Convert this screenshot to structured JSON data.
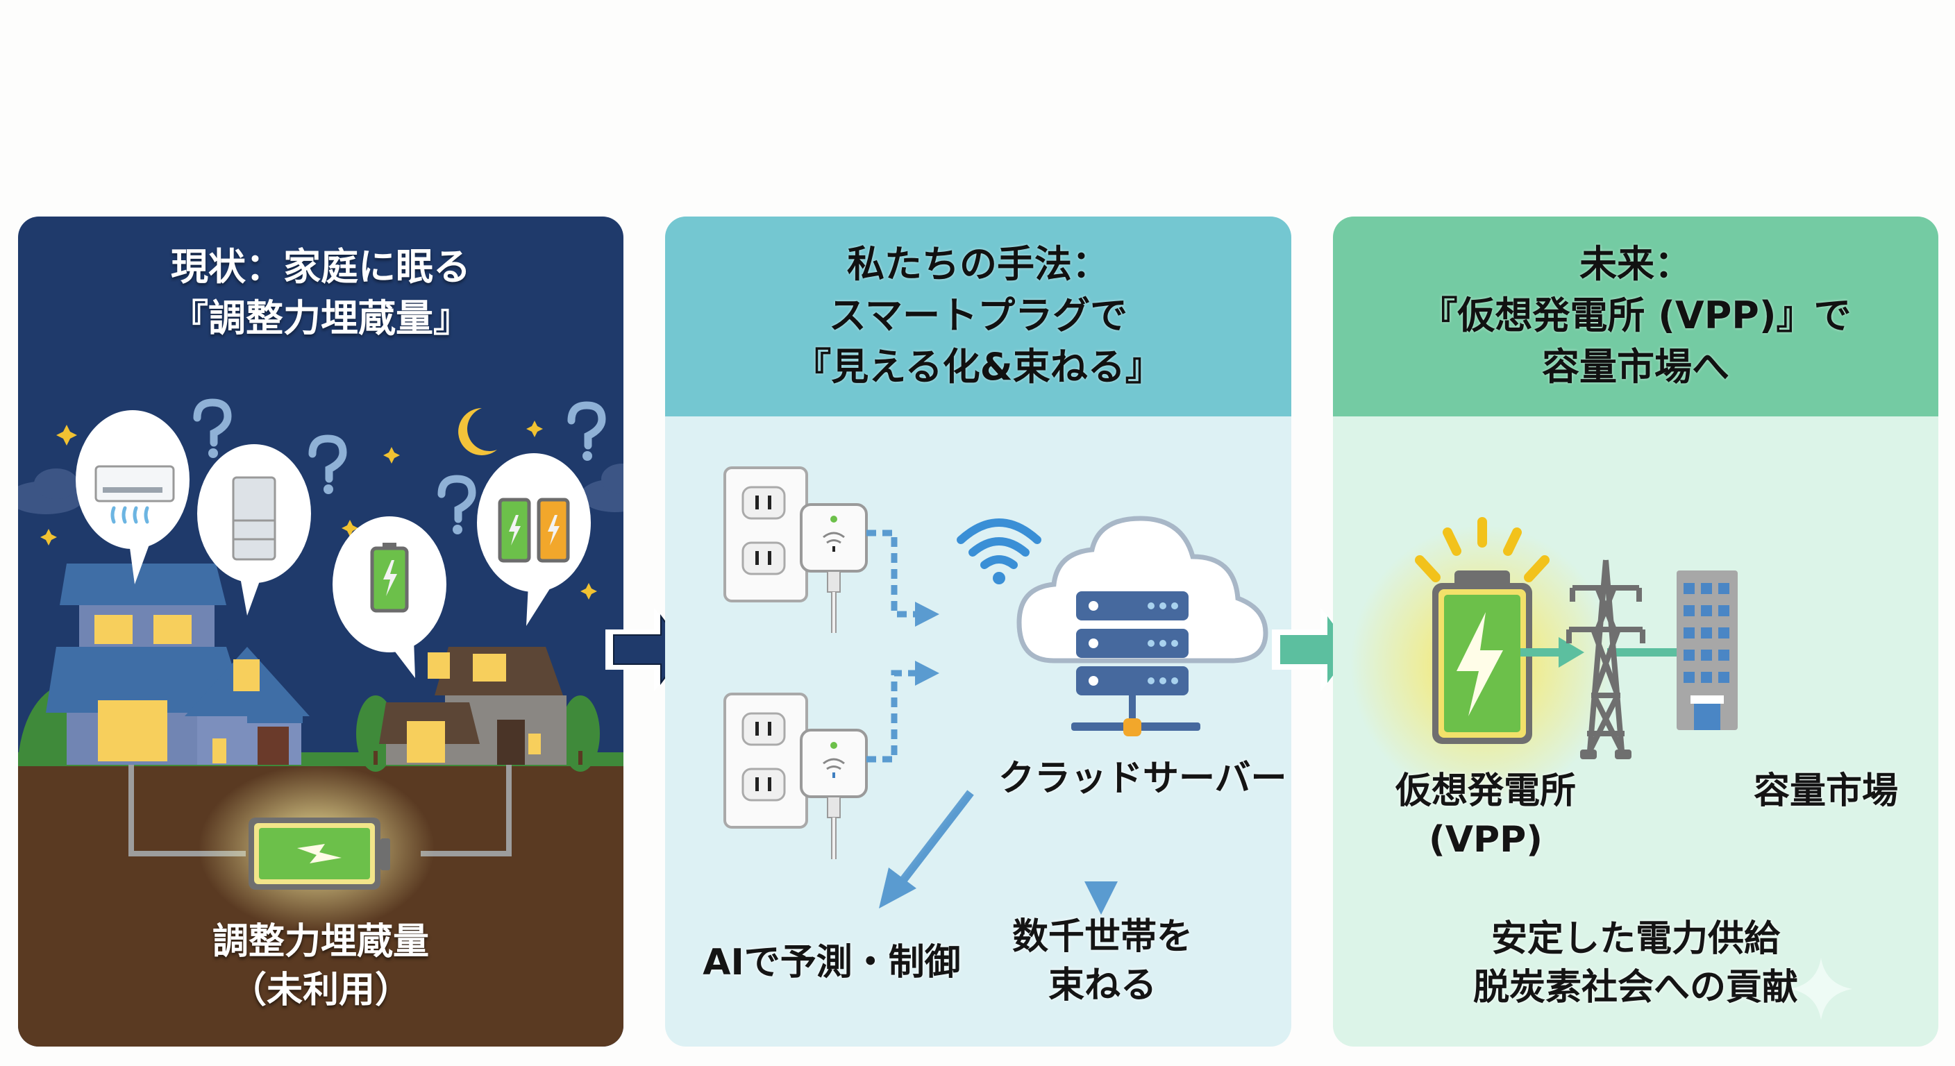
{
  "panels": [
    {
      "id": "current-state",
      "title_lines": [
        "現状：家庭に眠る",
        "『調整力埋蔵量』"
      ],
      "header_color": "#1f3a6b",
      "appliances": [
        "air-conditioner",
        "refrigerator",
        "battery",
        "battery-pair"
      ],
      "buried_label_lines": [
        "調整力埋蔵量",
        "（未利用）"
      ]
    },
    {
      "id": "our-method",
      "title_lines": [
        "私たちの手法：",
        "スマートプラグで",
        "『見える化&束ねる』"
      ],
      "header_color": "#74c7d1",
      "server_label": "クラッドサーバー",
      "ai_label": "AIで予測・制御",
      "aggregate_label_lines": [
        "数千世帯を",
        "束ねる"
      ]
    },
    {
      "id": "future",
      "title_lines": [
        "未来：",
        "『仮想発電所 (VPP)』で",
        "容量市場へ"
      ],
      "header_color": "#74cba3",
      "vpp_label_lines": [
        "仮想発電所",
        "(VPP)"
      ],
      "market_label": "容量市場",
      "outcome_lines": [
        "安定した電力供給",
        "脱炭素社会への貢献"
      ]
    }
  ],
  "flow_arrows": [
    {
      "from": "current-state",
      "to": "our-method",
      "color": "#1f3a6b"
    },
    {
      "from": "our-method",
      "to": "future",
      "color": "#5cbf9f"
    }
  ]
}
